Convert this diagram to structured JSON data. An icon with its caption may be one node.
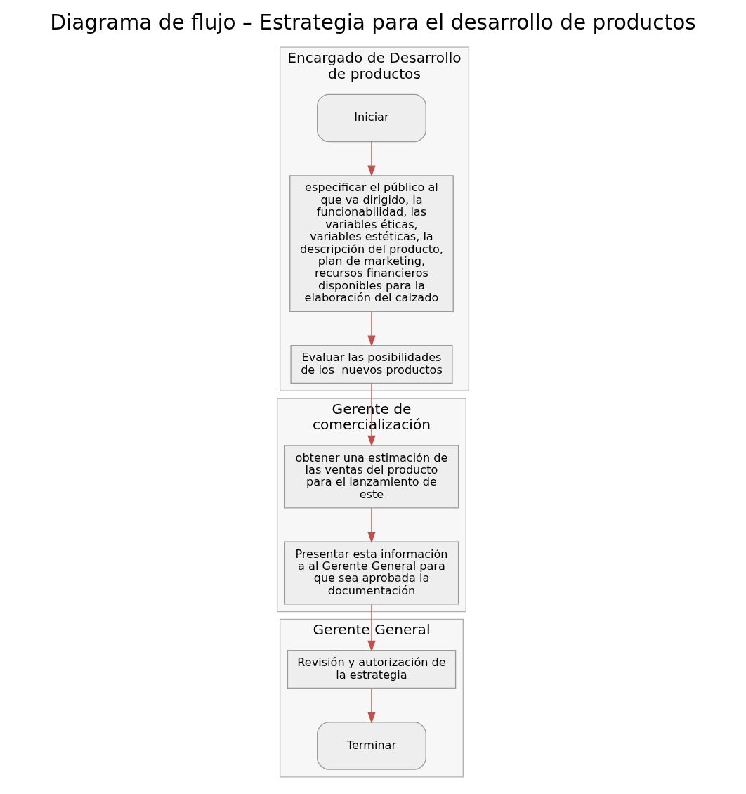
{
  "diagram": {
    "title": "Diagrama de flujo – Estrategia para el desarrollo de productos",
    "nodes": [
      {
        "text": [
          "Encargado de Desarrollo de productos"
        ]
      },
      {
        "text": [
          "Iniciar"
        ],
        "in": 0
      },
      {
        "text": [
          "especificar el público al que va dirigido, la funcionabilidad, las variables éticas, variables estéticas, la descripción del producto, plan de marketing, recursos financieros disponibles para la elaboración del calzado"
        ],
        "in": 0
      },
      {
        "text": [
          "Evaluar las posibilidades de los  nuevos productos"
        ],
        "in": 0
      },
      {
        "text": [
          "Gerente de comercialización"
        ]
      },
      {
        "text": [
          "obtener una estimación de las ventas del producto para el lanzamiento de este"
        ],
        "in": 4
      },
      {
        "text": [
          "Presentar esta información a al Gerente General para que sea aprobada la documentación"
        ],
        "in": 4
      },
      {
        "text": [
          "Gerente General"
        ]
      },
      {
        "text": [
          "Revisión y autorización de la estrategia"
        ],
        "in": 7
      },
      {
        "text": [
          "Terminar"
        ],
        "in": 7
      }
    ],
    "edges": [
      {
        "from": 1,
        "to": 2,
        "arrow": "to"
      },
      {
        "from": 2,
        "to": 3,
        "arrow": "to"
      },
      {
        "from": 3,
        "to": 5,
        "arrow": "to"
      },
      {
        "from": 5,
        "to": 6,
        "arrow": "to"
      },
      {
        "from": 6,
        "to": 8,
        "arrow": "to"
      },
      {
        "from": 8,
        "to": 9,
        "arrow": "to"
      }
    ]
  }
}
